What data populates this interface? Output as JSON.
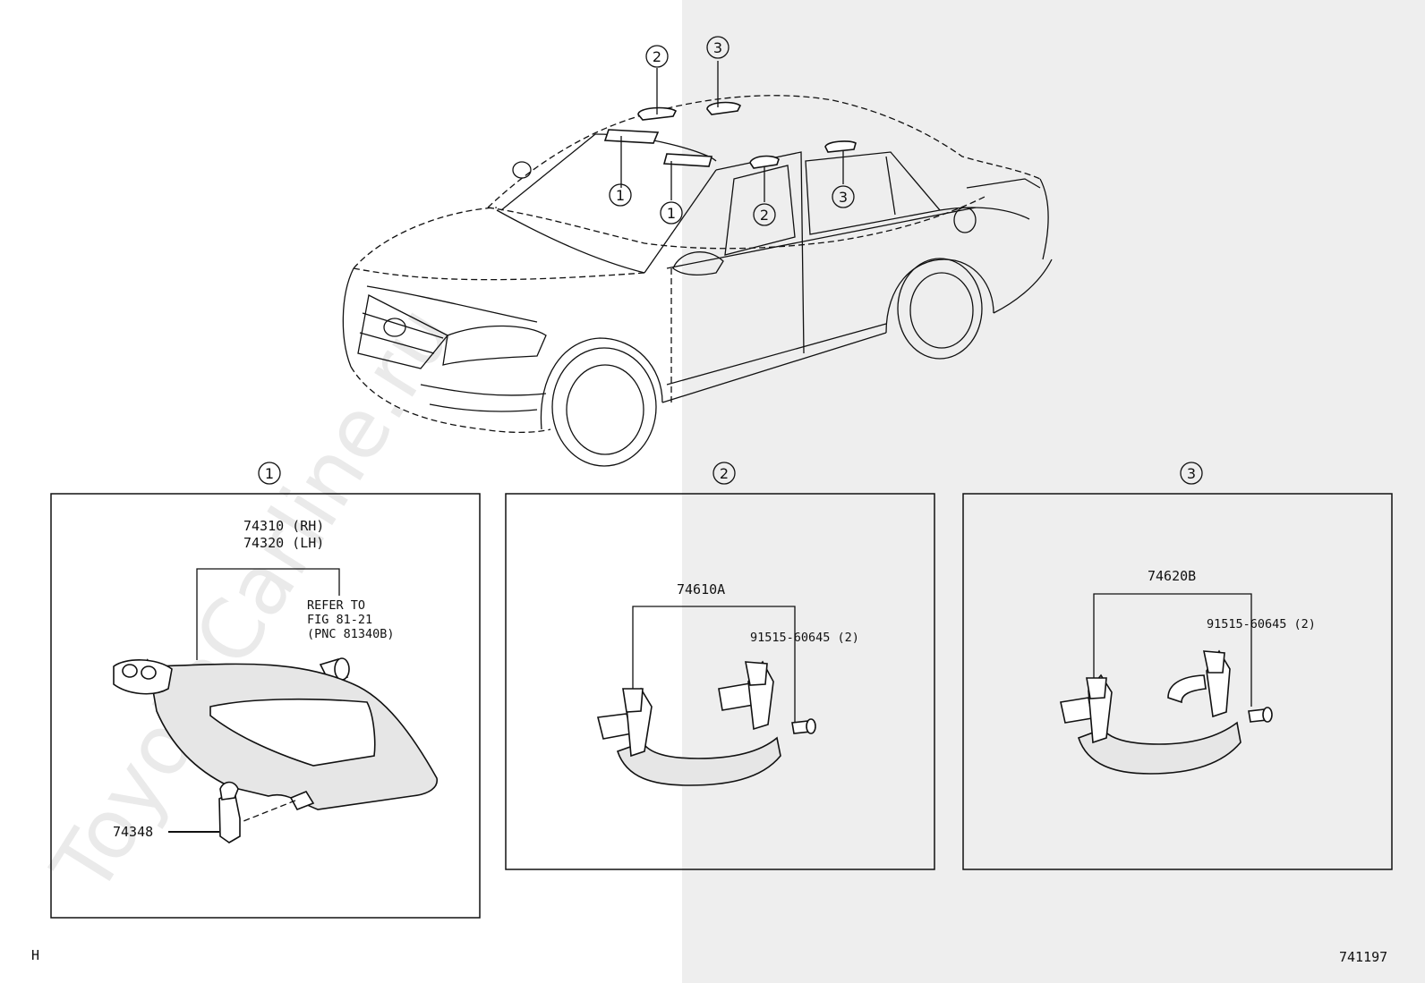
{
  "watermark": "ToyotaCarline.ru",
  "callout_numbers": [
    "1",
    "2",
    "3"
  ],
  "panels": [
    {
      "number": "1",
      "parts": {
        "visor_rh": "74310 (RH)",
        "visor_lh": "74320 (LH)",
        "holder": "74348"
      },
      "note": {
        "line1": "REFER TO",
        "line2": "FIG 81-21",
        "line3": "(PNC 81340B)"
      }
    },
    {
      "number": "2",
      "parts": {
        "grip": "74610A",
        "screw": "91515-60645 (2)"
      }
    },
    {
      "number": "3",
      "parts": {
        "grip": "74620B",
        "screw": "91515-60645 (2)"
      }
    }
  ],
  "footer": {
    "left_code": "H",
    "figure_number": "741197"
  }
}
